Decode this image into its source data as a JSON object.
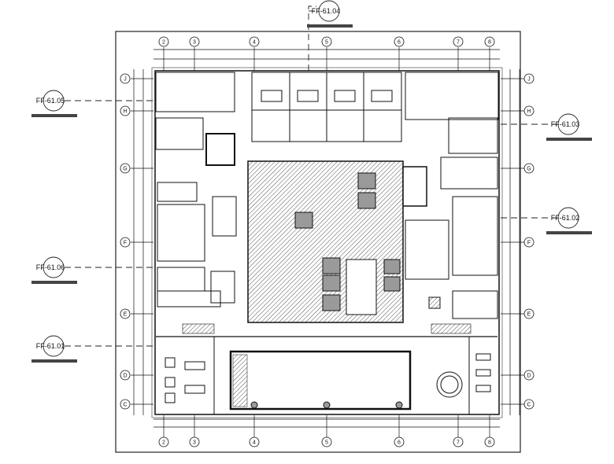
{
  "drawing": {
    "type": "floor-plan",
    "columns": [
      "2",
      "3",
      "4",
      "5",
      "6",
      "7",
      "8"
    ],
    "rows": [
      "J",
      "H",
      "G",
      "F",
      "E",
      "D",
      "C"
    ]
  },
  "callouts": {
    "top": {
      "label": "FF-61.04"
    },
    "left_1": {
      "label": "FF-61.05"
    },
    "left_2": {
      "label": "FF-61.06"
    },
    "left_3": {
      "label": "FF-61.01"
    },
    "right_1": {
      "label": "FF-61.03"
    },
    "right_2": {
      "label": "FF-61.02"
    }
  },
  "colors": {
    "line": "#111111",
    "hatch": "#555555",
    "fill": "#9a9a9a"
  }
}
